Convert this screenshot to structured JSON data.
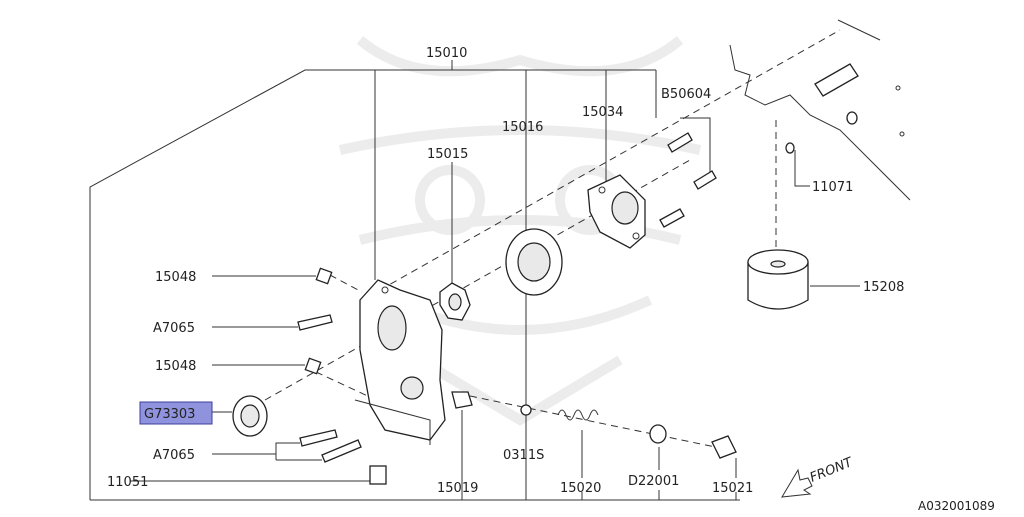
{
  "diagram_id": "A032001089",
  "front_label": "FRONT",
  "highlighted_part": "G73303",
  "labels": {
    "p15010": "15010",
    "p15015": "15015",
    "p15016": "15016",
    "p15034": "15034",
    "pB50604": "B50604",
    "p11071": "11071",
    "p15208": "15208",
    "p15048a": "15048",
    "pA7065a": "A7065",
    "p15048b": "15048",
    "pG73303": "G73303",
    "pA7065b": "A7065",
    "p11051": "11051",
    "p15019": "15019",
    "p0311S": "0311S",
    "p15020": "15020",
    "pD22001": "D22001",
    "p15021": "15021"
  }
}
